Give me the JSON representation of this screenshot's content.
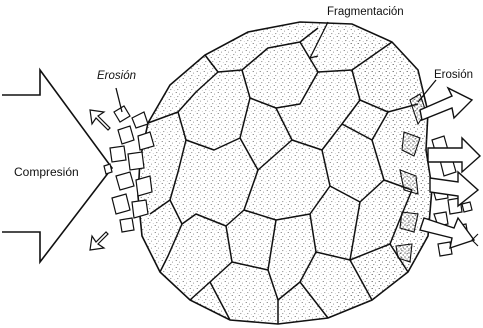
{
  "diagram": {
    "labels": {
      "fragmentation": "Fragmentación",
      "erosion_left": "Erosión",
      "erosion_right": "Erosión",
      "compression": "Compresión"
    }
  }
}
